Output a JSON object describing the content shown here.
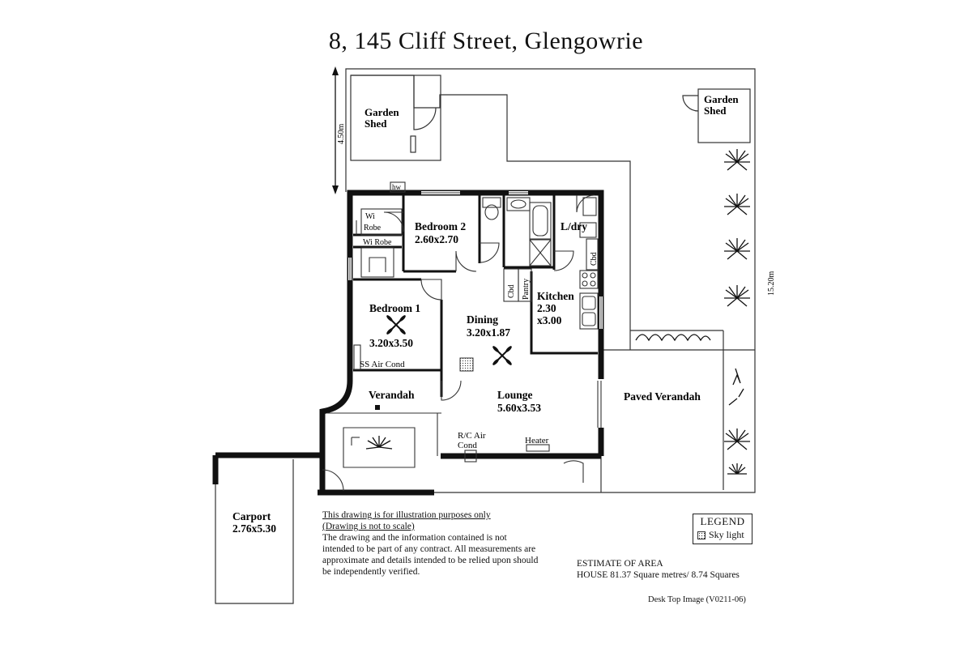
{
  "title": "8, 145  Cliff Street,  Glengowrie",
  "dimensions": {
    "side_left": "4.50m",
    "side_right": "15.20m"
  },
  "rooms": {
    "garden_shed_left": [
      "Garden",
      "Shed"
    ],
    "garden_shed_right": [
      "Garden",
      "Shed"
    ],
    "hw": "hw",
    "wi_robe_top": [
      "Wi",
      "Robe"
    ],
    "wi_robe_bottom": "Wi Robe",
    "bedroom2": [
      "Bedroom 2",
      "2.60x2.70"
    ],
    "ldry": "L/dry",
    "cbd_right": "Cbd",
    "cbd_left": "Cbd",
    "pantry": "Pantry",
    "kitchen": [
      "Kitchen",
      "2.30",
      "x3.00"
    ],
    "bedroom1": [
      "Bedroom 1",
      "3.20x3.50"
    ],
    "dining": [
      "Dining",
      "3.20x1.87"
    ],
    "ss_air_cond": "SS Air Cond",
    "verandah": "Verandah",
    "lounge": [
      "Lounge",
      "5.60x3.53"
    ],
    "paved_verandah": "Paved Verandah",
    "rc_air_cond": [
      "R/C Air",
      "Cond"
    ],
    "heater": "Heater",
    "carport": [
      "Carport",
      "2.76x5.30"
    ]
  },
  "disclaimer": {
    "line1": "This drawing is for illustration purposes only",
    "line2": "(Drawing is not to scale)",
    "body": "The drawing and the information contained is not intended to be part of any contract.  All measurements are approximate and details intended to be relied upon should be independently verified."
  },
  "legend": {
    "title": "LEGEND",
    "item": "Sky light"
  },
  "area": {
    "heading": "ESTIMATE OF AREA",
    "house": "HOUSE  81.37 Square metres/ 8.74 Squares"
  },
  "footer": "Desk Top Image  (V0211-06)"
}
